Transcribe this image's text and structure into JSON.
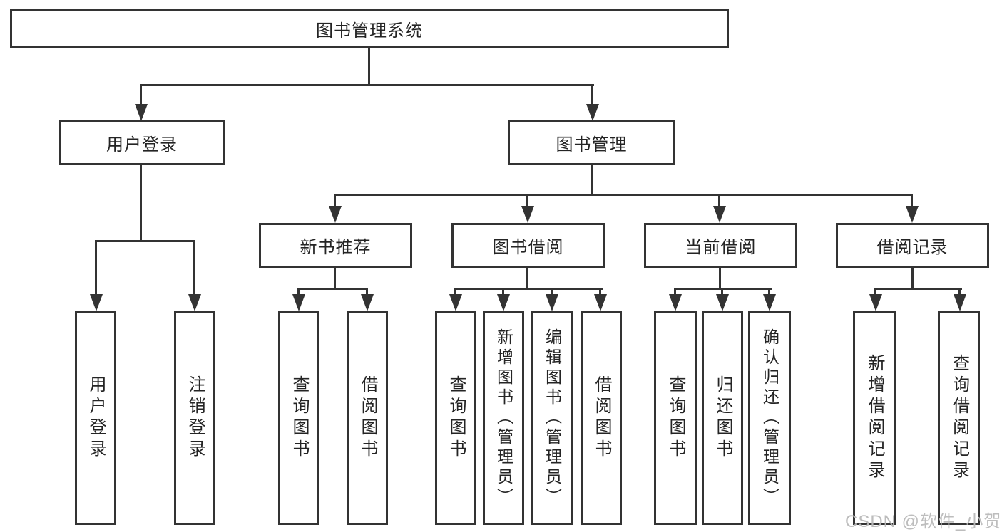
{
  "diagram": {
    "root_label": "图书管理系统",
    "user_login": {
      "label": "用户登录",
      "children": {
        "login": "用户登录",
        "logout": "注销登录"
      }
    },
    "book_mgmt": {
      "label": "图书管理",
      "new_book_rec": {
        "label": "新书推荐",
        "children": {
          "query_books": "查询图书",
          "borrow_books": "借阅图书"
        }
      },
      "book_borrow": {
        "label": "图书借阅",
        "children": {
          "query_books": "查询图书",
          "add_books": "新增图书（管理员）",
          "edit_books": "编辑图书（管理员）",
          "borrow_books": "借阅图书"
        }
      },
      "current_borrow": {
        "label": "当前借阅",
        "children": {
          "query_books": "查询图书",
          "return_books": "归还图书",
          "confirm_return": "确认归还（管理员）"
        }
      },
      "borrow_record": {
        "label": "借阅记录",
        "children": {
          "add_record": "新增借阅记录",
          "query_record": "查询借阅记录"
        }
      }
    }
  },
  "watermark": {
    "text": "CSDN @软件_小贺同学"
  },
  "colors": {
    "line": "#333333",
    "text": "#242424",
    "box_fill": "#ffffff",
    "background": "#ffffff",
    "watermark": "rgba(185,185,185,0.95)"
  }
}
